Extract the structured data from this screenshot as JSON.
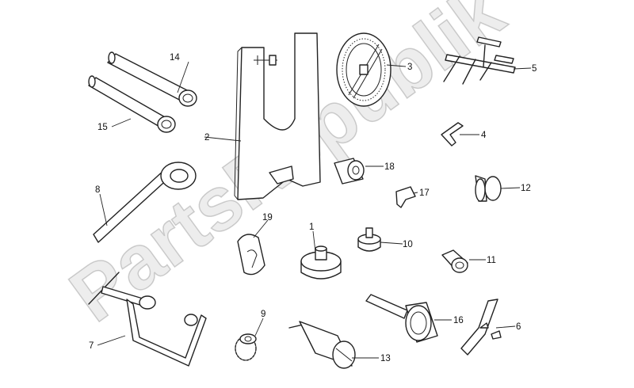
{
  "watermark": {
    "text": "PartsRepublik"
  },
  "callouts": {
    "c1": "1",
    "c2": "2",
    "c3": "3",
    "c4": "4",
    "c5": "5",
    "c6": "6",
    "c7": "7",
    "c8": "8",
    "c9": "9",
    "c10": "10",
    "c11": "11",
    "c12": "12",
    "c13": "13",
    "c14": "14",
    "c15": "15",
    "c16": "16",
    "c17": "17",
    "c18": "18",
    "c19": "19"
  }
}
